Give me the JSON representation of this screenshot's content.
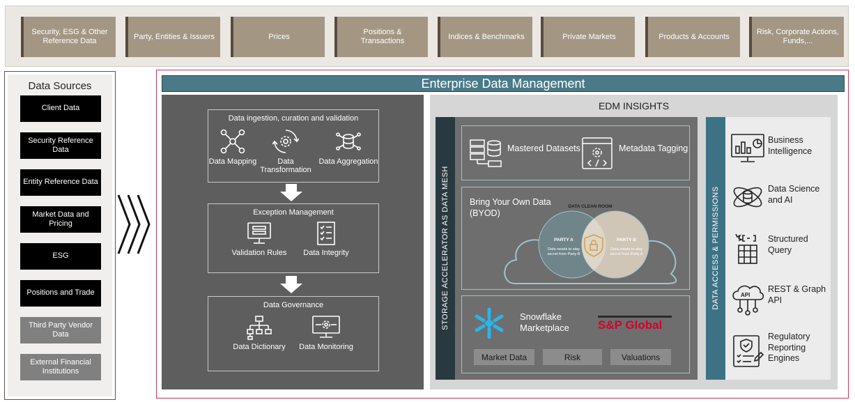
{
  "top_categories": [
    {
      "label": "Security, ESG & Other Reference Data"
    },
    {
      "label": "Party, Entities & Issuers"
    },
    {
      "label": "Prices"
    },
    {
      "label": "Positions & Transactions"
    },
    {
      "label": "Indices & Benchmarks"
    },
    {
      "label": "Private Markets"
    },
    {
      "label": "Products & Accounts"
    },
    {
      "label": "Risk, Corporate Actions, Funds,..."
    }
  ],
  "data_sources": {
    "title": "Data Sources",
    "items": [
      {
        "label": "Client Data"
      },
      {
        "label": "Security Reference Data"
      },
      {
        "label": "Entity Reference Data"
      },
      {
        "label": "Market Data and Pricing"
      },
      {
        "label": "ESG"
      },
      {
        "label": "Positions and Trade"
      },
      {
        "label": "Third Party Vendor Data"
      },
      {
        "label": "External Financial Institutions"
      }
    ]
  },
  "edm": {
    "title": "Enterprise Data Management",
    "ingestion": {
      "title": "Data ingestion, curation and validation",
      "items": [
        {
          "label": "Data Mapping",
          "icon": "network-nodes-icon"
        },
        {
          "label": "Data Transformation",
          "icon": "gear-cycle-icon"
        },
        {
          "label": "Data Aggregation",
          "icon": "database-hub-icon"
        }
      ]
    },
    "exception": {
      "title": "Exception Management",
      "items": [
        {
          "label": "Validation Rules",
          "icon": "monitor-rules-icon"
        },
        {
          "label": "Data Integrity",
          "icon": "checklist-icon"
        }
      ]
    },
    "governance": {
      "title": "Data Governance",
      "items": [
        {
          "label": "Data Dictionary",
          "icon": "hierarchy-icon"
        },
        {
          "label": "Data Monitoring",
          "icon": "monitor-gear-icon"
        }
      ]
    }
  },
  "insights": {
    "title": "EDM INSIGHTS",
    "storage_label": "STORAGE  ACCELERATOR  AS  DATA  MESH",
    "mastered": "Mastered Datasets",
    "metadata": "Metadata Tagging",
    "byod": "Bring Your  Own Data  (BYOD)",
    "clean_room": {
      "title": "DATA CLEAN ROOM",
      "party_a": "PARTY A",
      "party_a_text": "Data needs to stay secret from Party B",
      "party_b": "PARTY B",
      "party_b_text": "Data needs to stay secret from Party A"
    },
    "snowflake": "Snowflake Marketplace",
    "sp_global": "S&P Global",
    "chips": [
      "Market  Data",
      "Risk",
      "Valuations"
    ],
    "colors": {
      "snowflake": "#29b5e8",
      "sp_global": "#d6002a"
    }
  },
  "access": {
    "label": "DATA  ACCESS  &  PERMISSIONS",
    "items": [
      {
        "label": "Business Intelligence",
        "icon": "bi-dashboard-icon"
      },
      {
        "label": "Data Science and AI",
        "icon": "data-science-icon"
      },
      {
        "label": "Structured Query",
        "icon": "structured-query-icon"
      },
      {
        "label": "REST & Graph API",
        "icon": "api-cloud-icon"
      },
      {
        "label": "Regulatory Reporting Engines",
        "icon": "regulatory-report-icon"
      }
    ]
  }
}
